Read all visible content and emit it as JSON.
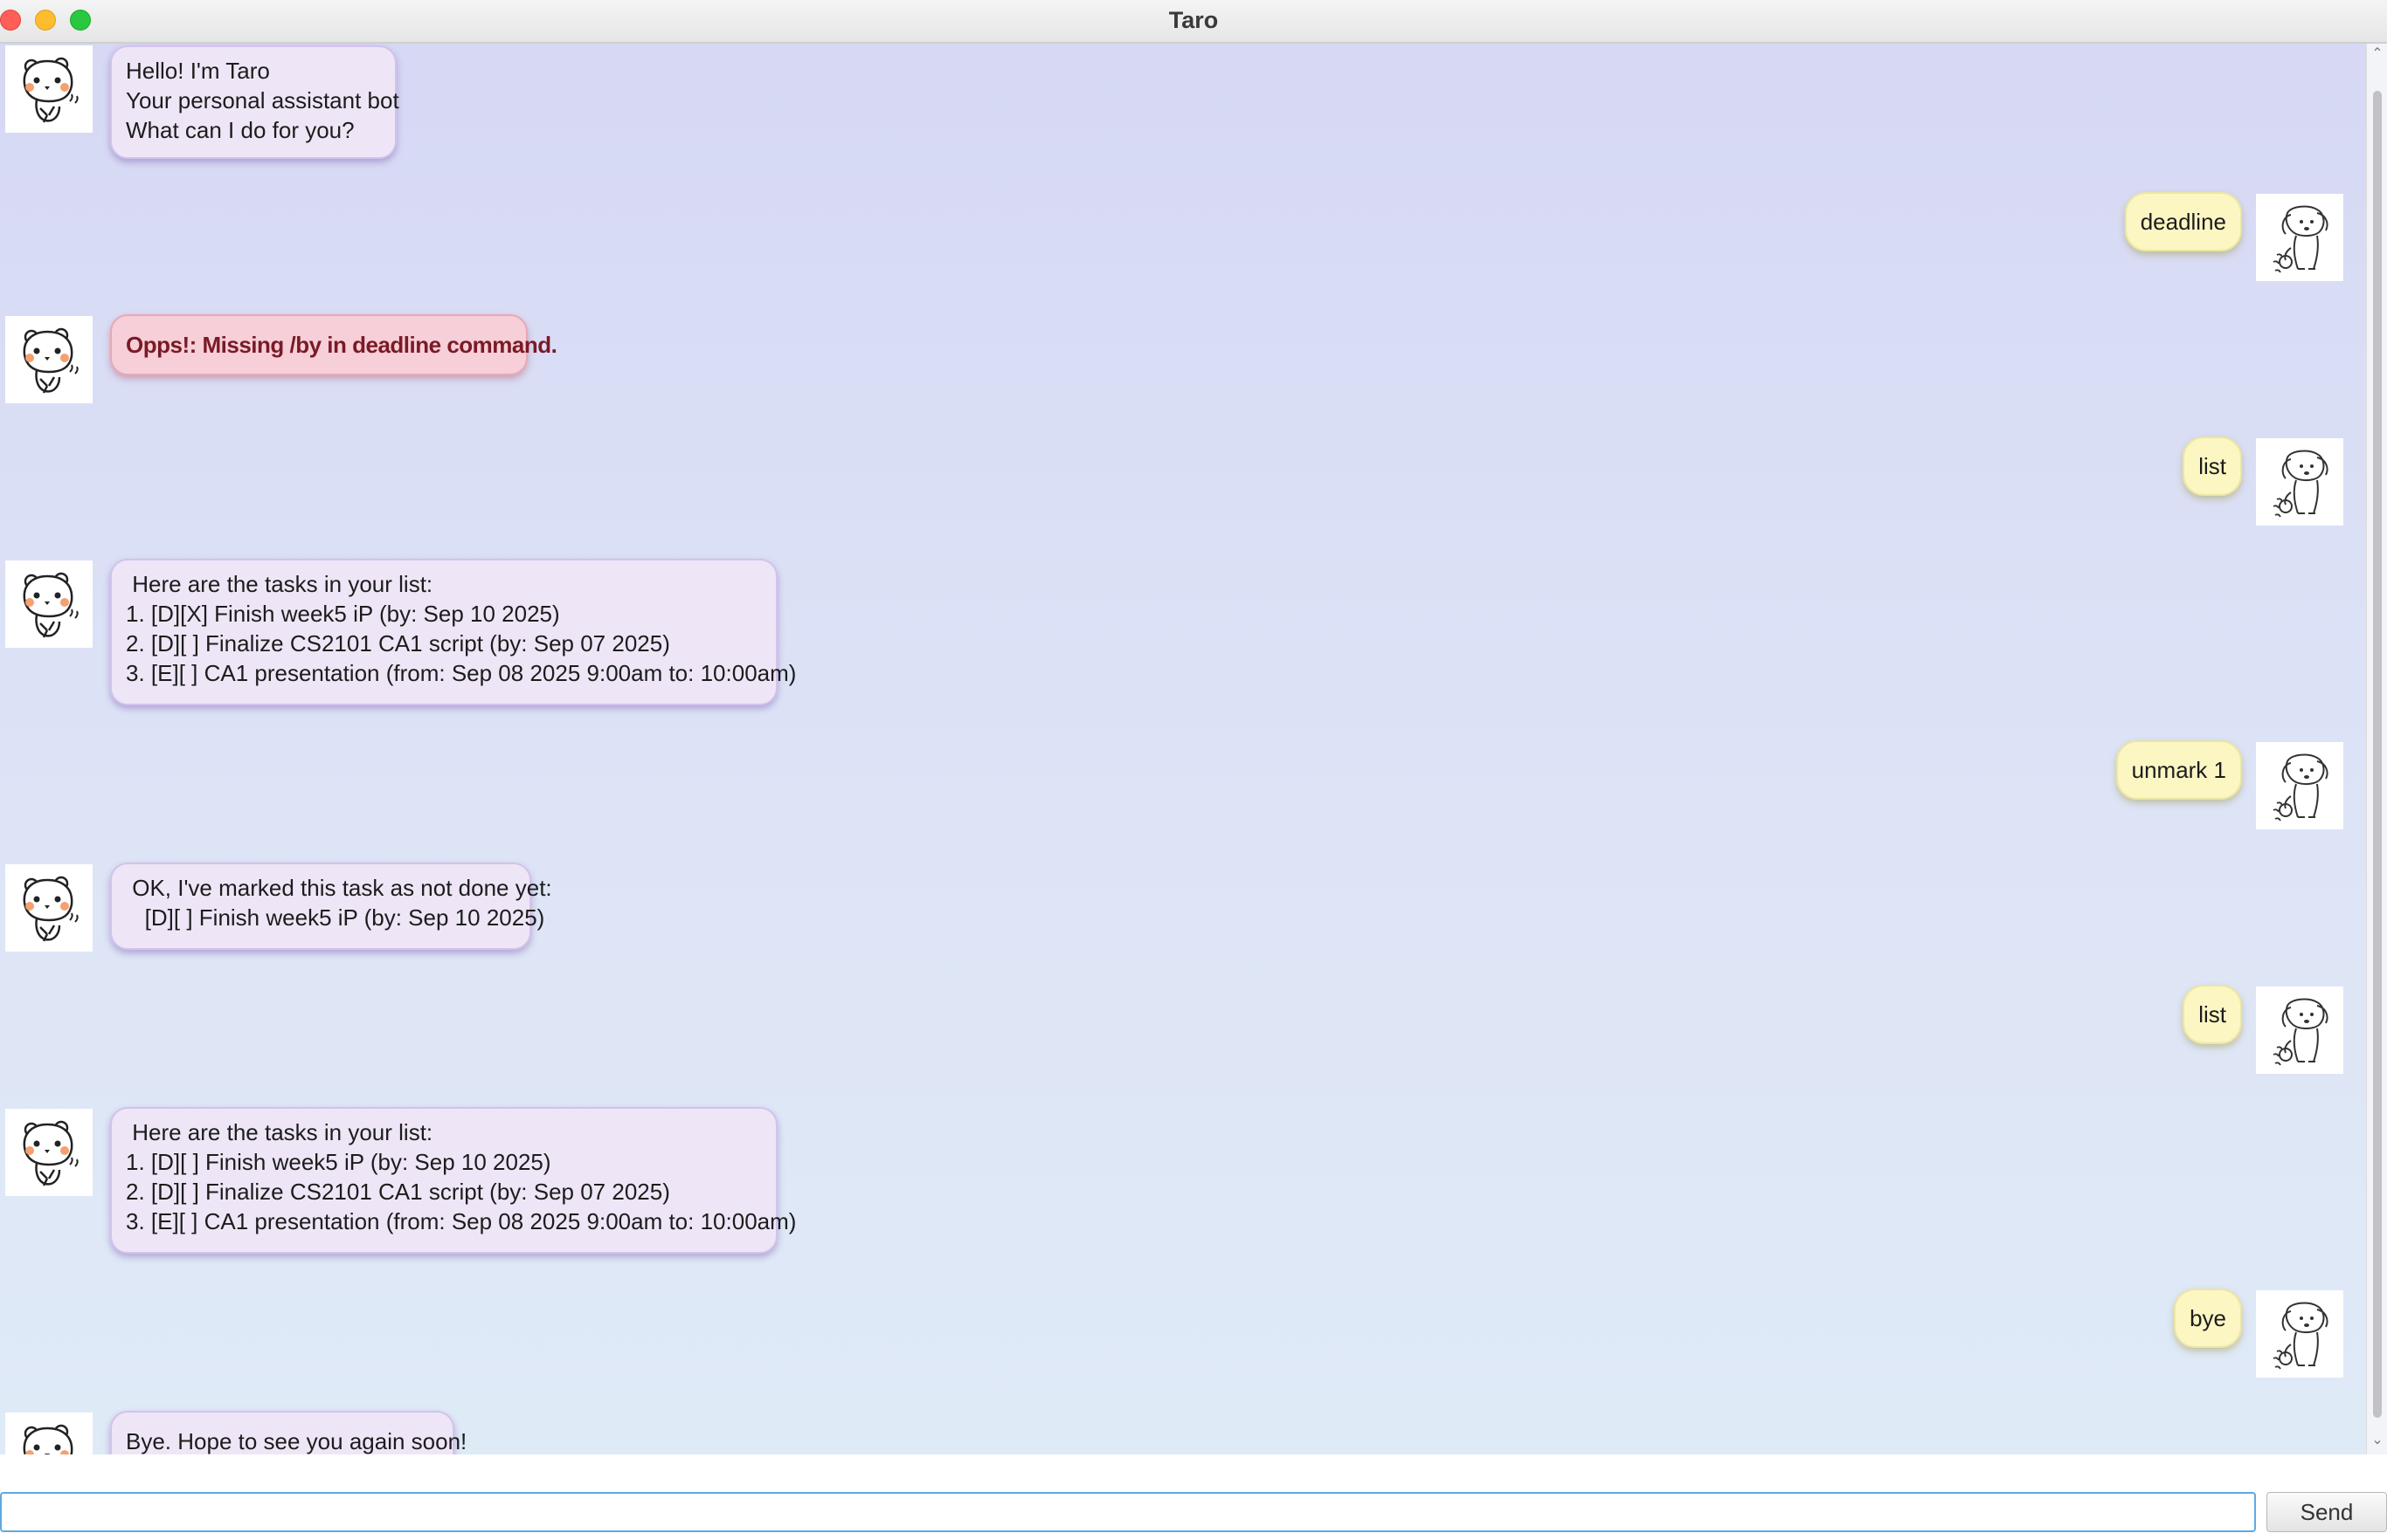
{
  "window": {
    "title": "Taro"
  },
  "icons": {
    "bot_avatar": "hamster-avatar-icon",
    "user_avatar": "dog-avatar-icon"
  },
  "colors": {
    "bot_bubble": "#eee6f6",
    "error_bubble": "#f6cfd8",
    "error_text": "#7a1a26",
    "user_bubble": "#fbf6c2",
    "input_border": "#5fa9e2"
  },
  "messages": [
    {
      "sender": "bot",
      "type": "normal",
      "text": "Hello! I'm Taro\nYour personal assistant bot\nWhat can I do for you?"
    },
    {
      "sender": "user",
      "type": "normal",
      "text": "deadline"
    },
    {
      "sender": "bot",
      "type": "error",
      "text": "Opps!: Missing /by in deadline command."
    },
    {
      "sender": "user",
      "type": "normal",
      "text": "list"
    },
    {
      "sender": "bot",
      "type": "normal",
      "text": " Here are the tasks in your list:\n1. [D][X] Finish week5 iP (by: Sep 10 2025)\n2. [D][ ] Finalize CS2101 CA1 script (by: Sep 07 2025)\n3. [E][ ] CA1 presentation (from: Sep 08 2025 9:00am to: 10:00am)"
    },
    {
      "sender": "user",
      "type": "normal",
      "text": "unmark 1"
    },
    {
      "sender": "bot",
      "type": "normal",
      "text": " OK, I've marked this task as not done yet:\n   [D][ ] Finish week5 iP (by: Sep 10 2025)"
    },
    {
      "sender": "user",
      "type": "normal",
      "text": "list"
    },
    {
      "sender": "bot",
      "type": "normal",
      "text": " Here are the tasks in your list:\n1. [D][ ] Finish week5 iP (by: Sep 10 2025)\n2. [D][ ] Finalize CS2101 CA1 script (by: Sep 07 2025)\n3. [E][ ] CA1 presentation (from: Sep 08 2025 9:00am to: 10:00am)"
    },
    {
      "sender": "user",
      "type": "normal",
      "text": "bye"
    },
    {
      "sender": "bot",
      "type": "normal",
      "text": "Bye. Hope to see you again soon!"
    }
  ],
  "input": {
    "value": "",
    "placeholder": ""
  },
  "send_button": {
    "label": "Send"
  }
}
